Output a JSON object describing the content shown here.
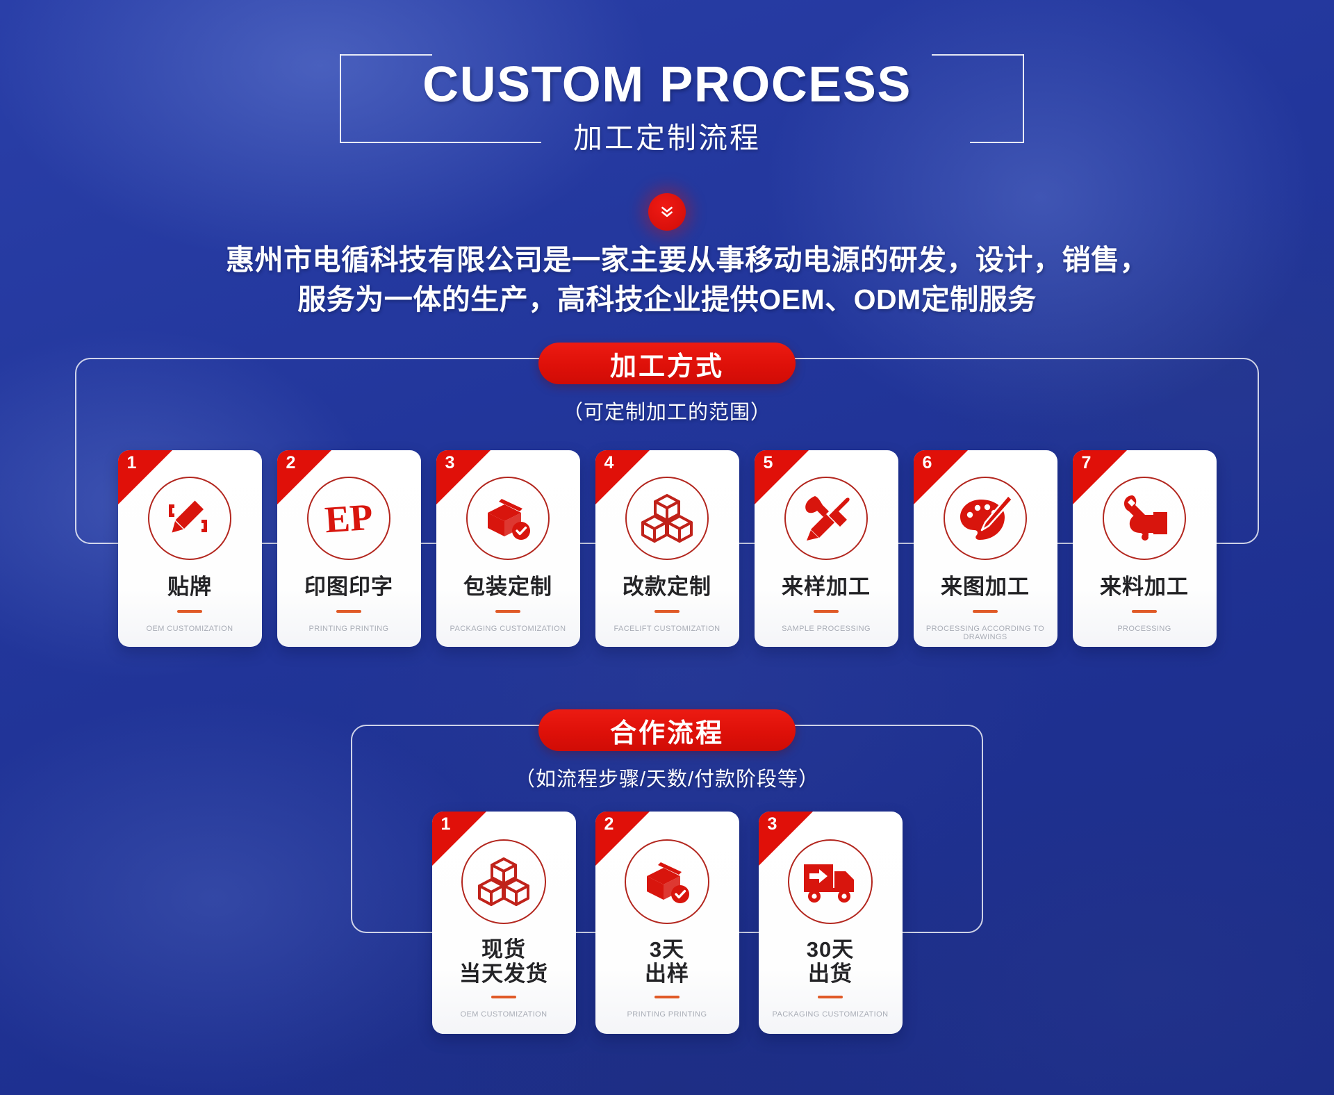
{
  "header": {
    "title_en": "CUSTOM PROCESS",
    "title_zh": "加工定制流程",
    "chevron_icon": "double-chevron-down-icon"
  },
  "intro": {
    "line1": "惠州市电循科技有限公司是一家主要从事移动电源的研发，设计，销售，",
    "line2": "服务为一体的生产，高科技企业提供OEM、ODM定制服务"
  },
  "colors": {
    "background_blue": "#22369B",
    "accent_red": "#DE1009",
    "card_white": "#FFFFFF",
    "rule_orange": "#E05A28",
    "sub_gray": "#A9ADB6",
    "icon_circle_border": "#B3271F"
  },
  "sections": [
    {
      "badge": "加工方式",
      "subtitle": "（可定制加工的范围）",
      "cards": [
        {
          "num": "1",
          "title": "贴牌",
          "sub": "OEM CUSTOMIZATION",
          "icon": "pencil-ruler-icon"
        },
        {
          "num": "2",
          "title": "印图印字",
          "sub": "PRINTING PRINTING",
          "icon": "stamp-ep-icon"
        },
        {
          "num": "3",
          "title": "包装定制",
          "sub": "PACKAGING CUSTOMIZATION",
          "icon": "box-check-icon"
        },
        {
          "num": "4",
          "title": "改款定制",
          "sub": "FACELIFT CUSTOMIZATION",
          "icon": "boxes-stack-icon"
        },
        {
          "num": "5",
          "title": "来样加工",
          "sub": "SAMPLE PROCESSING",
          "icon": "brush-pencil-icon"
        },
        {
          "num": "6",
          "title": "来图加工",
          "sub": "PROCESSING ACCORDING TO DRAWINGS",
          "icon": "palette-brush-icon"
        },
        {
          "num": "7",
          "title": "来料加工",
          "sub": "PROCESSING",
          "icon": "hand-wrench-icon"
        }
      ]
    },
    {
      "badge": "合作流程",
      "subtitle": "（如流程步骤/天数/付款阶段等）",
      "cards": [
        {
          "num": "1",
          "title": "现货\n当天发货",
          "sub": "OEM CUSTOMIZATION",
          "icon": "cubes-stack-icon"
        },
        {
          "num": "2",
          "title": "3天\n出样",
          "sub": "PRINTING PRINTING",
          "icon": "box-open-check-icon"
        },
        {
          "num": "3",
          "title": "30天\n出货",
          "sub": "PACKAGING CUSTOMIZATION",
          "icon": "delivery-truck-icon"
        }
      ]
    }
  ]
}
